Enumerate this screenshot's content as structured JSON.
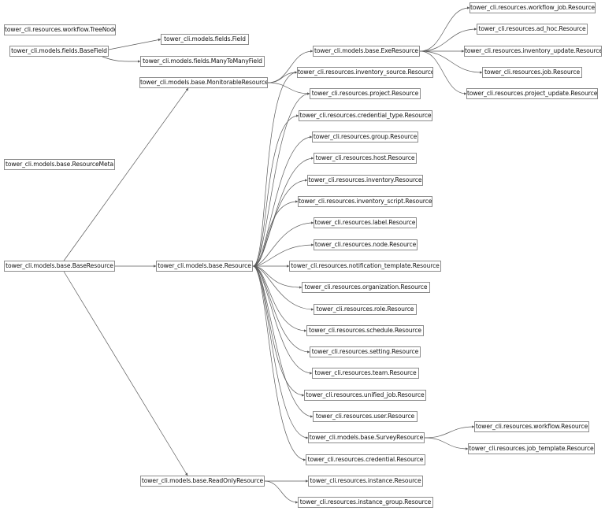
{
  "diagram": {
    "nodes": [
      {
        "id": "treenode",
        "label": "tower_cli.resources.workflow.TreeNode"
      },
      {
        "id": "basefield",
        "label": "tower_cli.models.fields.BaseField"
      },
      {
        "id": "field",
        "label": "tower_cli.models.fields.Field"
      },
      {
        "id": "m2mfield",
        "label": "tower_cli.models.fields.ManyToManyField"
      },
      {
        "id": "resourcemeta",
        "label": "tower_cli.models.base.ResourceMeta"
      },
      {
        "id": "baseresource",
        "label": "tower_cli.models.base.BaseResource"
      },
      {
        "id": "monitorable",
        "label": "tower_cli.models.base.MonitorableResource"
      },
      {
        "id": "resource",
        "label": "tower_cli.models.base.Resource"
      },
      {
        "id": "readonly",
        "label": "tower_cli.models.base.ReadOnlyResource"
      },
      {
        "id": "exe",
        "label": "tower_cli.models.base.ExeResource"
      },
      {
        "id": "survey",
        "label": "tower_cli.models.base.SurveyResource"
      },
      {
        "id": "wfjob",
        "label": "tower_cli.resources.workflow_job.Resource"
      },
      {
        "id": "adhoc",
        "label": "tower_cli.resources.ad_hoc.Resource"
      },
      {
        "id": "invupdate",
        "label": "tower_cli.resources.inventory_update.Resource"
      },
      {
        "id": "job",
        "label": "tower_cli.resources.job.Resource"
      },
      {
        "id": "projupdate",
        "label": "tower_cli.resources.project_update.Resource"
      },
      {
        "id": "invsource",
        "label": "tower_cli.resources.inventory_source.Resource"
      },
      {
        "id": "project",
        "label": "tower_cli.resources.project.Resource"
      },
      {
        "id": "credtype",
        "label": "tower_cli.resources.credential_type.Resource"
      },
      {
        "id": "group",
        "label": "tower_cli.resources.group.Resource"
      },
      {
        "id": "host",
        "label": "tower_cli.resources.host.Resource"
      },
      {
        "id": "inventory",
        "label": "tower_cli.resources.inventory.Resource"
      },
      {
        "id": "invscript",
        "label": "tower_cli.resources.inventory_script.Resource"
      },
      {
        "id": "label",
        "label": "tower_cli.resources.label.Resource"
      },
      {
        "id": "node",
        "label": "tower_cli.resources.node.Resource"
      },
      {
        "id": "notif",
        "label": "tower_cli.resources.notification_template.Resource"
      },
      {
        "id": "org",
        "label": "tower_cli.resources.organization.Resource"
      },
      {
        "id": "role",
        "label": "tower_cli.resources.role.Resource"
      },
      {
        "id": "schedule",
        "label": "tower_cli.resources.schedule.Resource"
      },
      {
        "id": "setting",
        "label": "tower_cli.resources.setting.Resource"
      },
      {
        "id": "team",
        "label": "tower_cli.resources.team.Resource"
      },
      {
        "id": "unifiedjob",
        "label": "tower_cli.resources.unified_job.Resource"
      },
      {
        "id": "user",
        "label": "tower_cli.resources.user.Resource"
      },
      {
        "id": "credential",
        "label": "tower_cli.resources.credential.Resource"
      },
      {
        "id": "workflow",
        "label": "tower_cli.resources.workflow.Resource"
      },
      {
        "id": "jobtemplate",
        "label": "tower_cli.resources.job_template.Resource"
      },
      {
        "id": "instance",
        "label": "tower_cli.resources.instance.Resource"
      },
      {
        "id": "instgroup",
        "label": "tower_cli.resources.instance_group.Resource"
      }
    ],
    "edges": [
      [
        "basefield",
        "field"
      ],
      [
        "basefield",
        "m2mfield"
      ],
      [
        "baseresource",
        "monitorable"
      ],
      [
        "baseresource",
        "resource"
      ],
      [
        "baseresource",
        "readonly"
      ],
      [
        "monitorable",
        "exe"
      ],
      [
        "monitorable",
        "invsource"
      ],
      [
        "monitorable",
        "project"
      ],
      [
        "exe",
        "wfjob"
      ],
      [
        "exe",
        "adhoc"
      ],
      [
        "exe",
        "invupdate"
      ],
      [
        "exe",
        "job"
      ],
      [
        "exe",
        "projupdate"
      ],
      [
        "resource",
        "invsource"
      ],
      [
        "resource",
        "project"
      ],
      [
        "resource",
        "credtype"
      ],
      [
        "resource",
        "group"
      ],
      [
        "resource",
        "host"
      ],
      [
        "resource",
        "inventory"
      ],
      [
        "resource",
        "invscript"
      ],
      [
        "resource",
        "label"
      ],
      [
        "resource",
        "node"
      ],
      [
        "resource",
        "notif"
      ],
      [
        "resource",
        "org"
      ],
      [
        "resource",
        "role"
      ],
      [
        "resource",
        "schedule"
      ],
      [
        "resource",
        "setting"
      ],
      [
        "resource",
        "team"
      ],
      [
        "resource",
        "unifiedjob"
      ],
      [
        "resource",
        "user"
      ],
      [
        "resource",
        "survey"
      ],
      [
        "resource",
        "credential"
      ],
      [
        "survey",
        "workflow"
      ],
      [
        "survey",
        "jobtemplate"
      ],
      [
        "readonly",
        "instance"
      ],
      [
        "readonly",
        "instgroup"
      ]
    ],
    "colors": {
      "edge": "#5a5a5a",
      "border": "#8c8c8c",
      "text": "#111111",
      "background": "#ffffff"
    }
  }
}
